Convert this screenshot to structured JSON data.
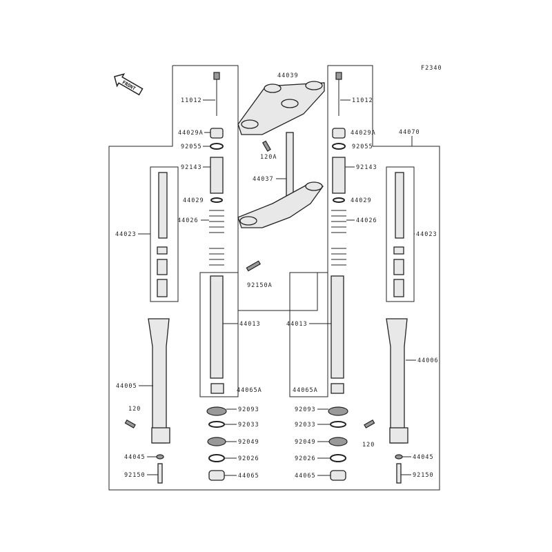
{
  "diagram": {
    "figure_code": "F2340",
    "front_marker": "FRONT",
    "labels": {
      "triple_clamp_upper": "44039",
      "cap_bolt_l": "11012",
      "cap_bolt_r": "11012",
      "spacer_a_l": "44029A",
      "spacer_a_r": "44029A",
      "oring_l": "92055",
      "oring_r": "92055",
      "bolt_120a": "120A",
      "fork_assy": "44070",
      "collar_l": "92143",
      "collar_r": "92143",
      "stem": "44037",
      "seat_l": "44029",
      "seat_r": "44029",
      "cylinder_l": "44023",
      "cylinder_r": "44023",
      "spring_l": "44026",
      "spring_r": "44026",
      "bolt_92150a": "92150A",
      "inner_tube_l": "44013",
      "inner_tube_r": "44013",
      "outer_tube_r": "44006",
      "outer_tube_l": "44005",
      "guide_a_l": "44065A",
      "guide_a_r": "44065A",
      "bolt_120_l": "120",
      "bolt_120_r": "120",
      "dust_seal_l": "92093",
      "dust_seal_r": "92093",
      "circlip_l": "92033",
      "circlip_r": "92033",
      "oil_seal_l": "92049",
      "oil_seal_r": "92049",
      "gasket_l": "44045",
      "gasket_r": "44045",
      "washer_l": "92026",
      "washer_r": "92026",
      "guide_l": "44065",
      "guide_r": "44065",
      "bolt_92150_l": "92150",
      "bolt_92150_r": "92150"
    }
  }
}
